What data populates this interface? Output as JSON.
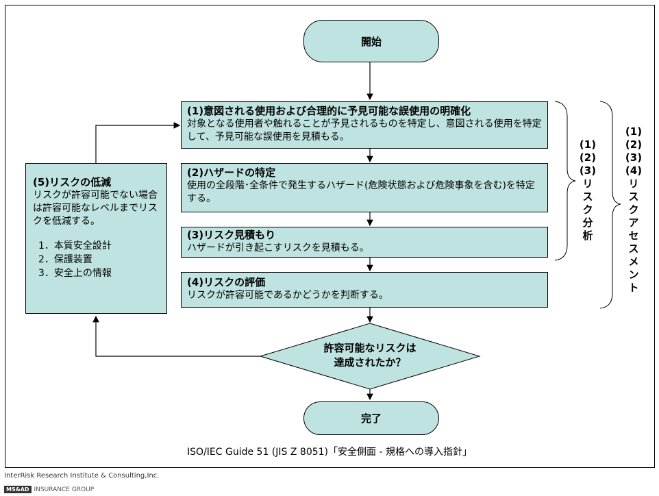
{
  "start": "開始",
  "end": "完了",
  "steps": [
    {
      "title": "(1)意図される使用および合理的に予見可能な誤使用の明確化",
      "body": "対象となる使用者や触れることが予見されるものを特定し、意図される使用を特定して、予見可能な誤使用を見積もる。"
    },
    {
      "title": "(2)ハザードの特定",
      "body": "使用の全段階･全条件で発生するハザード(危険状態および危険事象を含む)を特定する。"
    },
    {
      "title": "(3)リスク見積もり",
      "body": "ハザードが引き起こすリスクを見積もる。"
    },
    {
      "title": "(4)リスクの評価",
      "body": "リスクが許容可能であるかどうかを判断する。"
    }
  ],
  "reduction": {
    "title": "(5)リスクの低減",
    "body": "リスクが許容可能でない場合は許容可能なレベルまでリスクを低減する。",
    "items": [
      "1．本質安全設計",
      "2．保護装置",
      "3．安全上の情報"
    ]
  },
  "decision": {
    "line1": "許容可能なリスクは",
    "line2": "達成されたか？"
  },
  "analysis_label": {
    "nums": [
      "(1)",
      "(2)",
      "(3)"
    ],
    "chars": [
      "リ",
      "ス",
      "ク",
      "分",
      "析"
    ]
  },
  "assessment_label": {
    "nums": [
      "(1)",
      "(2)",
      "(3)",
      "(4)"
    ],
    "chars": [
      "リ",
      "ス",
      "ク",
      "ア",
      "セ",
      "ス",
      "メ",
      "ン",
      "ト"
    ]
  },
  "caption": "ISO/IEC Guide 51 (JIS Z 8051)「安全側面 - 規格への導入指針」",
  "footer": {
    "company": "InterRisk Research Institute & Consulting,Inc.",
    "logo": "MS&AD",
    "group": "INSURANCE GROUP"
  }
}
